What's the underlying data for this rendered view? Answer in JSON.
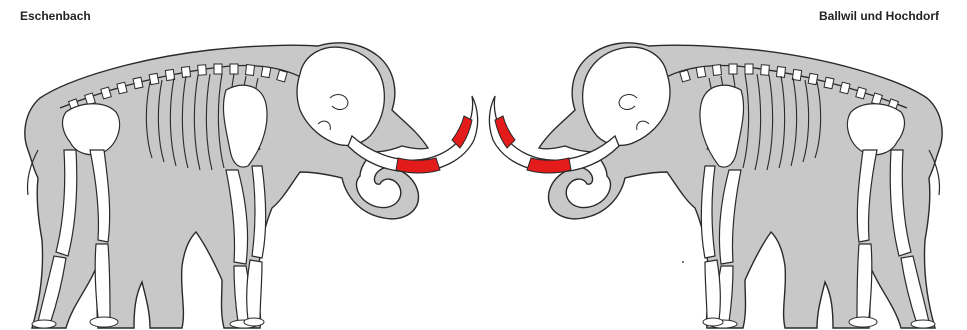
{
  "labels": {
    "left": "Eschenbach",
    "right": "Ballwil und Hochdorf"
  },
  "colors": {
    "silhouette": "#c8c8c8",
    "outline": "#2a2a2a",
    "bone": "#ffffff",
    "highlight": "#e31b1b"
  },
  "figures": [
    {
      "side": "left",
      "facing": "right",
      "site": "Eschenbach",
      "tusk_parts_highlighted": "partial"
    },
    {
      "side": "right",
      "facing": "left",
      "site": "Ballwil und Hochdorf",
      "tusk_parts_highlighted": "partial"
    }
  ]
}
